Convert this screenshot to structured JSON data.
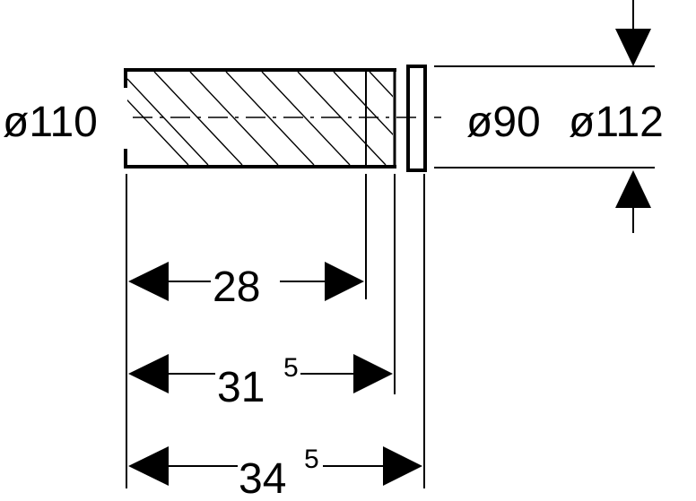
{
  "diagram": {
    "diameter_left": "ø110",
    "diameter_right_1": "ø90",
    "diameter_right_2": "ø112",
    "dim_1": {
      "main": "28",
      "sup": ""
    },
    "dim_2": {
      "main": "31",
      "sup": "5"
    },
    "dim_3": {
      "main": "34",
      "sup": "5"
    }
  }
}
